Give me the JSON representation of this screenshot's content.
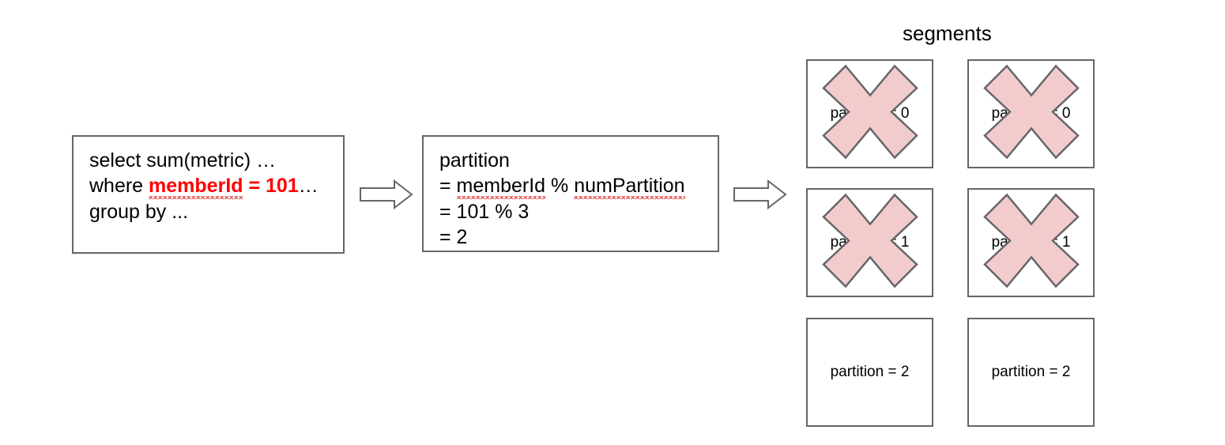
{
  "diagram": {
    "title_segments": "segments",
    "query_box": {
      "line1": "select sum(metric) …",
      "line2_prefix": "where ",
      "line2_highlight": "memberId",
      "line2_highlight_tail": " = 101",
      "line2_suffix": "…",
      "line3": "group by ..."
    },
    "partition_box": {
      "line1": "partition",
      "line2_eq": "= ",
      "line2_term1": "memberId",
      "line2_mid": " % ",
      "line2_term2": "numPartition",
      "line3": "= 101 % 3",
      "line4": "= 2"
    },
    "arrows": [
      {
        "name": "arrow-query-to-partition"
      },
      {
        "name": "arrow-partition-to-segments"
      }
    ],
    "segments": [
      {
        "label": "partition = 0",
        "excluded": true
      },
      {
        "label": "partition = 0",
        "excluded": true
      },
      {
        "label": "partition = 1",
        "excluded": true
      },
      {
        "label": "partition = 1",
        "excluded": true
      },
      {
        "label": "partition = 2",
        "excluded": false
      },
      {
        "label": "partition = 2",
        "excluded": false
      }
    ],
    "colors": {
      "box_border": "#666666",
      "cross_fill": "#f2cccc",
      "cross_stroke": "#666666",
      "highlight_red": "#ff0000",
      "squiggle_red": "#e03030",
      "text": "#000000",
      "background": "#ffffff"
    }
  }
}
